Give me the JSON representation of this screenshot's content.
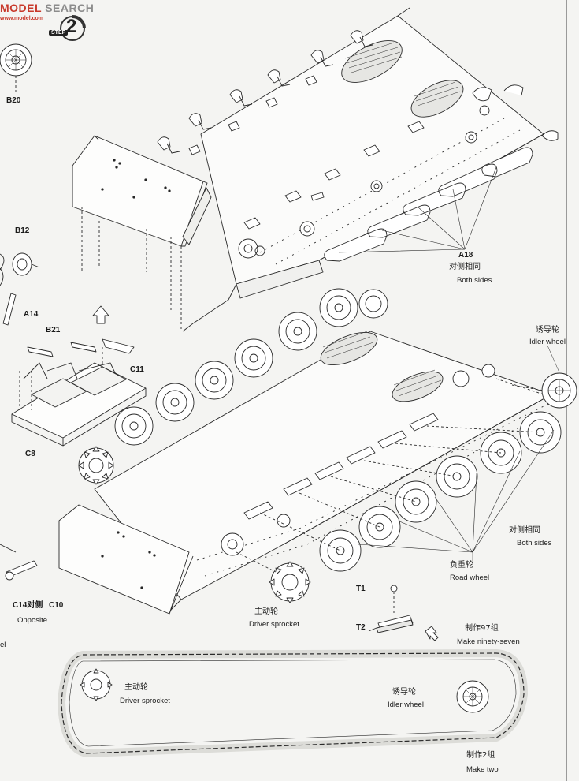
{
  "watermark": {
    "brand": "MODEL",
    "site": "SEARCH",
    "url": "www.model.com"
  },
  "step": {
    "label": "STEP",
    "number": "2"
  },
  "parts": {
    "b20": "B20",
    "b12": "B12",
    "a14": "A14",
    "b21": "B21",
    "c11": "C11",
    "c8": "C8",
    "a18": "A18",
    "t1": "T1",
    "t2": "T2",
    "c14_cn": "C14对侧",
    "c10": "C10",
    "opposite": "Opposite",
    "edge_fragment": "el"
  },
  "labels": {
    "both_sides_1_cn": "对侧相同",
    "both_sides_1_en": "Both sides",
    "idler_1_cn": "诱导轮",
    "idler_1_en": "Idler wheel",
    "both_sides_2_cn": "对侧相同",
    "both_sides_2_en": "Both sides",
    "road_wheel_cn": "负重轮",
    "road_wheel_en": "Road wheel",
    "sprocket_1_cn": "主动轮",
    "sprocket_1_en": "Driver sprocket",
    "make97_cn": "制作97组",
    "make97_en": "Make ninety-seven",
    "sprocket_2_cn": "主动轮",
    "sprocket_2_en": "Driver sprocket",
    "idler_2_cn": "诱导轮",
    "idler_2_en": "Idler wheel",
    "make2_cn": "制作2组",
    "make2_en": "Make two"
  },
  "icons": [
    "arrow-up-icon",
    "arrow-down-right-icon",
    "sprocket-icon",
    "idler-wheel-icon",
    "road-wheel-icon",
    "track-link-icon"
  ],
  "colors": {
    "line": "#2a2a2a",
    "paper": "#f4f4f2",
    "accent": "#c8392b"
  }
}
